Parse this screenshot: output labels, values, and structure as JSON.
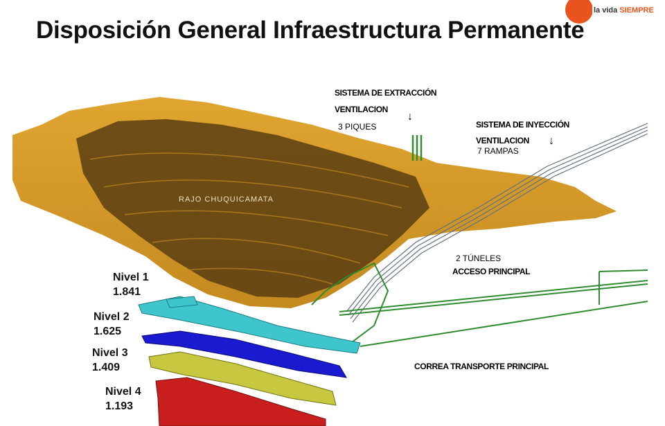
{
  "title": "Disposición General Infraestructura Permanente",
  "logo": {
    "prefix": "la vida",
    "accent": "SIEMPRE"
  },
  "labels": {
    "pit": "RAJO CHUQUICAMATA",
    "extraction_1": "SISTEMA DE EXTRACCIÓN",
    "extraction_2": "VENTILACION",
    "extraction_3": "3 PIQUES",
    "injection_1": "SISTEMA DE  INYECCIÓN",
    "injection_2": "VENTILACION",
    "injection_3": "7 RAMPAS",
    "tunnels_1": "2 TÚNELES",
    "tunnels_2": "ACCESO PRINCIPAL",
    "belt": "CORREA TRANSPORTE PRINCIPAL"
  },
  "levels": [
    {
      "name": "Nivel 1",
      "elevation": "1.841",
      "color": "#3fc6cc"
    },
    {
      "name": "Nivel 2",
      "elevation": "1.625",
      "color": "#3fc6cc"
    },
    {
      "name": "Nivel 3",
      "elevation": "1.409",
      "color": "#1a1ad0"
    },
    {
      "name": "Nivel 4",
      "elevation": "1.193",
      "color": "#c8c840"
    }
  ],
  "colors": {
    "terrain": "#d9a02a",
    "terrain_dark": "#5a3d12",
    "red_level": "#c81e1e",
    "tunnels": "#2e8b2e"
  }
}
